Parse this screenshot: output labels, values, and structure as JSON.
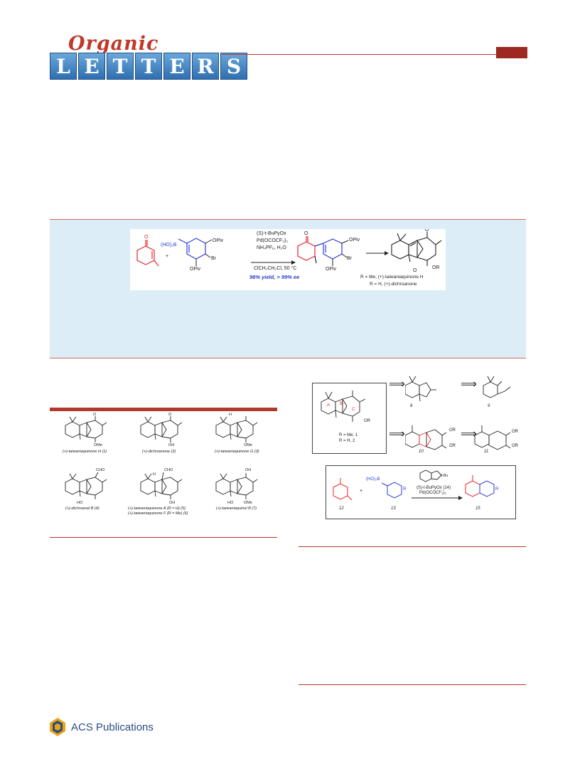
{
  "journal": {
    "script_word": "Organic",
    "tile_letters": [
      "L",
      "E",
      "T",
      "T",
      "E",
      "R",
      "S"
    ]
  },
  "toc": {
    "boronic": "(HO)₂B",
    "opiv": "OPiv",
    "br": "Br",
    "plus": "+",
    "conditions": [
      "(S)-t-BuPyOx",
      "Pd(OCOCF₃)₂",
      "NH₄PF₆, H₂O",
      "ClCH₂CH₂Cl, 50 °C"
    ],
    "yield": "98% yield, > 99% ee",
    "product_or": "OR",
    "product_line1": "R = Me, (+)-taiwaniaquinone H",
    "product_line2": "R = H, (+)-dichroanone"
  },
  "figure1": {
    "captions": [
      "(+)-taiwaniaquinone H (1)",
      "(+)-dichroanone (2)",
      "(+)-taiwaniaquinone G (3)",
      "(+)-dichroanal B (4)",
      "(+)-taiwaniaquinone A (R = H) (5)",
      "(+)-taiwaniaquinone F (R = Me) (6)",
      "(+)-taiwaniaquinol B (7)"
    ],
    "labels": {
      "ome": "OMe",
      "oh": "OH",
      "cho": "CHO",
      "ho": "HO",
      "o": "O",
      "h": "H",
      "or": "OR"
    }
  },
  "retro": {
    "ring_labels": [
      "A",
      "B",
      "C"
    ],
    "r_line1": "R = Me, 1",
    "r_line2": "R = H, 2",
    "compound_8": "8",
    "compound_9": "9",
    "compound_10": "10",
    "compound_11": "11",
    "arrow": "⟹"
  },
  "scheme": {
    "boronic": "(HO)₂B",
    "r": "R",
    "plus": "+",
    "ligand": "(S)-t-BuPyOx (14)",
    "catalyst": "Pd(OCOCF₃)₂",
    "tbu": "t-Bu",
    "compound_12": "12",
    "compound_13": "13",
    "compound_15": "15"
  },
  "footer": {
    "publisher": "ACS Publications"
  },
  "colors": {
    "red": "#e8242b",
    "blue": "#2b3bd6",
    "accent": "#b3382c",
    "panel": "#dcedf8",
    "logo": "#2f6fb0"
  }
}
